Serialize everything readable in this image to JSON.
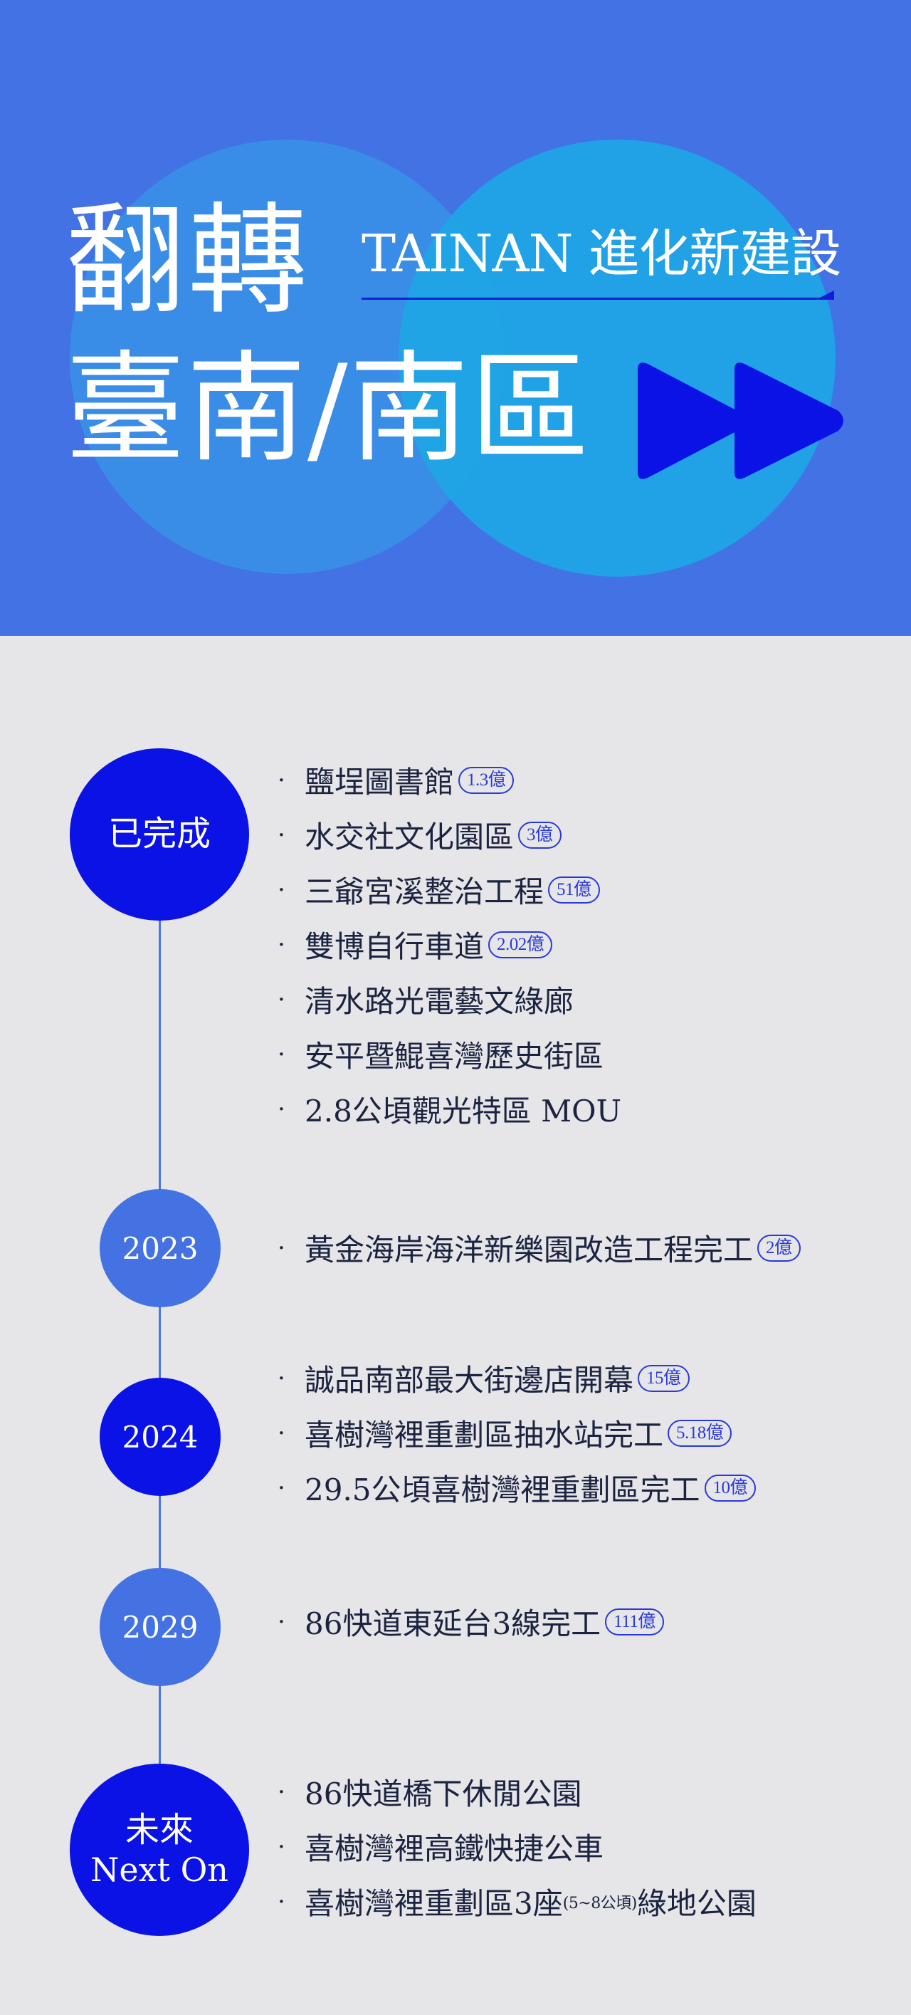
{
  "hero": {
    "title_line1": "翻轉",
    "title_line2": "臺南/南區",
    "subtitle": "TAINAN 進化新建設",
    "colors": {
      "background": "#4272e4",
      "accent": "#0f1fd6",
      "circle_left": "#3a8fe6",
      "circle_right": "#1ea6e6"
    },
    "icon": "fast-forward-icon"
  },
  "timeline": [
    {
      "label": "已完成",
      "items": [
        {
          "text": "鹽埕圖書館",
          "badge": "1.3億"
        },
        {
          "text": "水交社文化園區",
          "badge": "3億"
        },
        {
          "text": "三爺宮溪整治工程",
          "badge": "51億"
        },
        {
          "text": "雙博自行車道",
          "badge": "2.02億"
        },
        {
          "text": "清水路光電藝文綠廊",
          "badge": ""
        },
        {
          "text": "安平暨鯤喜灣歷史街區",
          "badge": ""
        },
        {
          "text": "2.8公頃觀光特區 MOU",
          "badge": ""
        }
      ]
    },
    {
      "label": "2023",
      "items": [
        {
          "text": "黃金海岸海洋新樂園改造工程完工",
          "badge": "2億"
        }
      ]
    },
    {
      "label": "2024",
      "items": [
        {
          "text": "誠品南部最大街邊店開幕",
          "badge": "15億"
        },
        {
          "text": "喜樹灣裡重劃區抽水站完工",
          "badge": "5.18億"
        },
        {
          "text": "29.5公頃喜樹灣裡重劃區完工",
          "badge": "10億"
        }
      ]
    },
    {
      "label": "2029",
      "items": [
        {
          "text": "86快道東延台3線完工",
          "badge": "111億"
        }
      ]
    },
    {
      "label": "未來",
      "label_sub": "Next On",
      "items": [
        {
          "text": "86快道橋下休閒公園"
        },
        {
          "text": "喜樹灣裡高鐵快捷公車"
        },
        {
          "text_pre": "喜樹灣裡重劃區3座",
          "text_small": "(5~8公頃)",
          "text_post": "綠地公園"
        }
      ]
    }
  ],
  "bullet": "·"
}
